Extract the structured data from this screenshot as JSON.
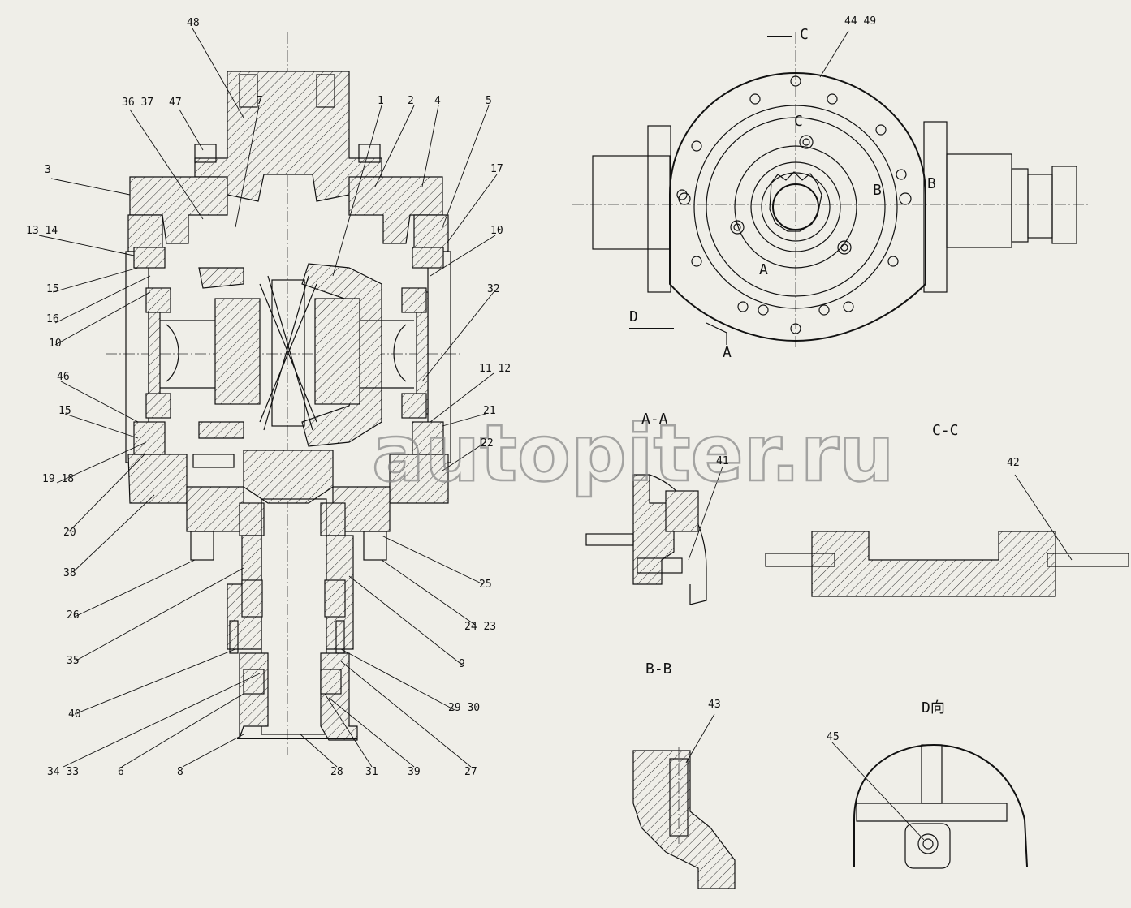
{
  "part_labels": {
    "p1": "1",
    "p2": "2",
    "p3": "3",
    "p4": "4",
    "p5": "5",
    "p6": "6",
    "p7": "7",
    "p8": "8",
    "p9": "9",
    "p10a": "10",
    "p10b": "10",
    "p11_12": "11 12",
    "p13_14": "13 14",
    "p15a": "15",
    "p15b": "15",
    "p16": "16",
    "p17": "17",
    "p19_18": "19 18",
    "p20": "20",
    "p21": "21",
    "p22": "22",
    "p24_23": "24 23",
    "p25": "25",
    "p26": "26",
    "p27": "27",
    "p28": "28",
    "p29_30": "29 30",
    "p31": "31",
    "p32": "32",
    "p34_33": "34 33",
    "p35": "35",
    "p36_37": "36 37",
    "p38": "38",
    "p39": "39",
    "p40": "40",
    "p41": "41",
    "p42": "42",
    "p43": "43",
    "p44_49": "44 49",
    "p45": "45",
    "p46": "46",
    "p47": "47",
    "p48": "48"
  },
  "view_labels": {
    "section_aa": "A-A",
    "section_bb": "B-B",
    "section_cc": "C-C",
    "view_d": "D向",
    "cut_c_top": "C",
    "cut_c_inner": "C",
    "cut_b1": "B",
    "cut_b2": "B",
    "cut_a_inner": "A",
    "cut_a_bottom": "A",
    "arrow_d": "D"
  },
  "watermark": "autopiter.ru",
  "colors": {
    "background": "#efeee8",
    "line": "#111111",
    "watermark": "#8a8a8a"
  }
}
